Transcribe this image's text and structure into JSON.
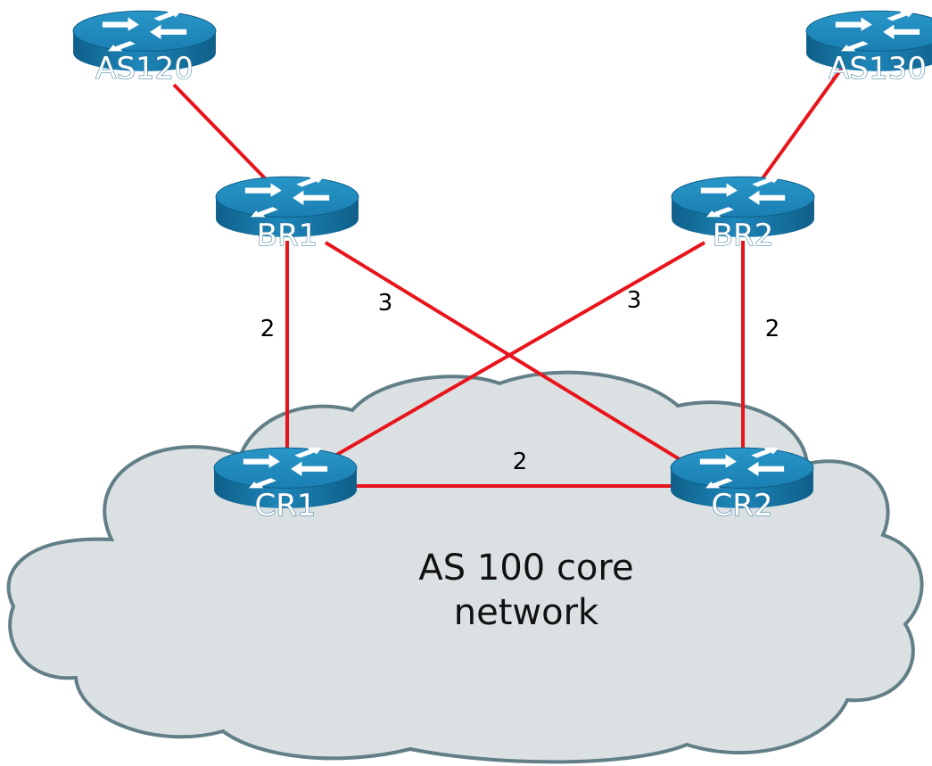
{
  "colors": {
    "link": "#e8141b",
    "cloud_fill": "#dbe1e3",
    "cloud_stroke": "#627f87",
    "router_top": "#1c84b8",
    "router_body": "#16709e"
  },
  "routers": {
    "as120": {
      "label": "AS120",
      "icon": "router-icon"
    },
    "as130": {
      "label": "AS130",
      "icon": "router-icon"
    },
    "br1": {
      "label": "BR1",
      "icon": "router-icon"
    },
    "br2": {
      "label": "BR2",
      "icon": "router-icon"
    },
    "cr1": {
      "label": "CR1",
      "icon": "router-icon"
    },
    "cr2": {
      "label": "CR2",
      "icon": "router-icon"
    }
  },
  "links": [
    {
      "from": "AS120",
      "to": "BR1",
      "metric": ""
    },
    {
      "from": "AS130",
      "to": "BR2",
      "metric": ""
    },
    {
      "from": "BR1",
      "to": "CR1",
      "metric": "2"
    },
    {
      "from": "BR2",
      "to": "CR2",
      "metric": "2"
    },
    {
      "from": "BR1",
      "to": "CR2",
      "metric": "3"
    },
    {
      "from": "BR2",
      "to": "CR1",
      "metric": "3"
    },
    {
      "from": "CR1",
      "to": "CR2",
      "metric": "2"
    }
  ],
  "cloud": {
    "caption_line1": "AS 100 core",
    "caption_line2": "network"
  }
}
